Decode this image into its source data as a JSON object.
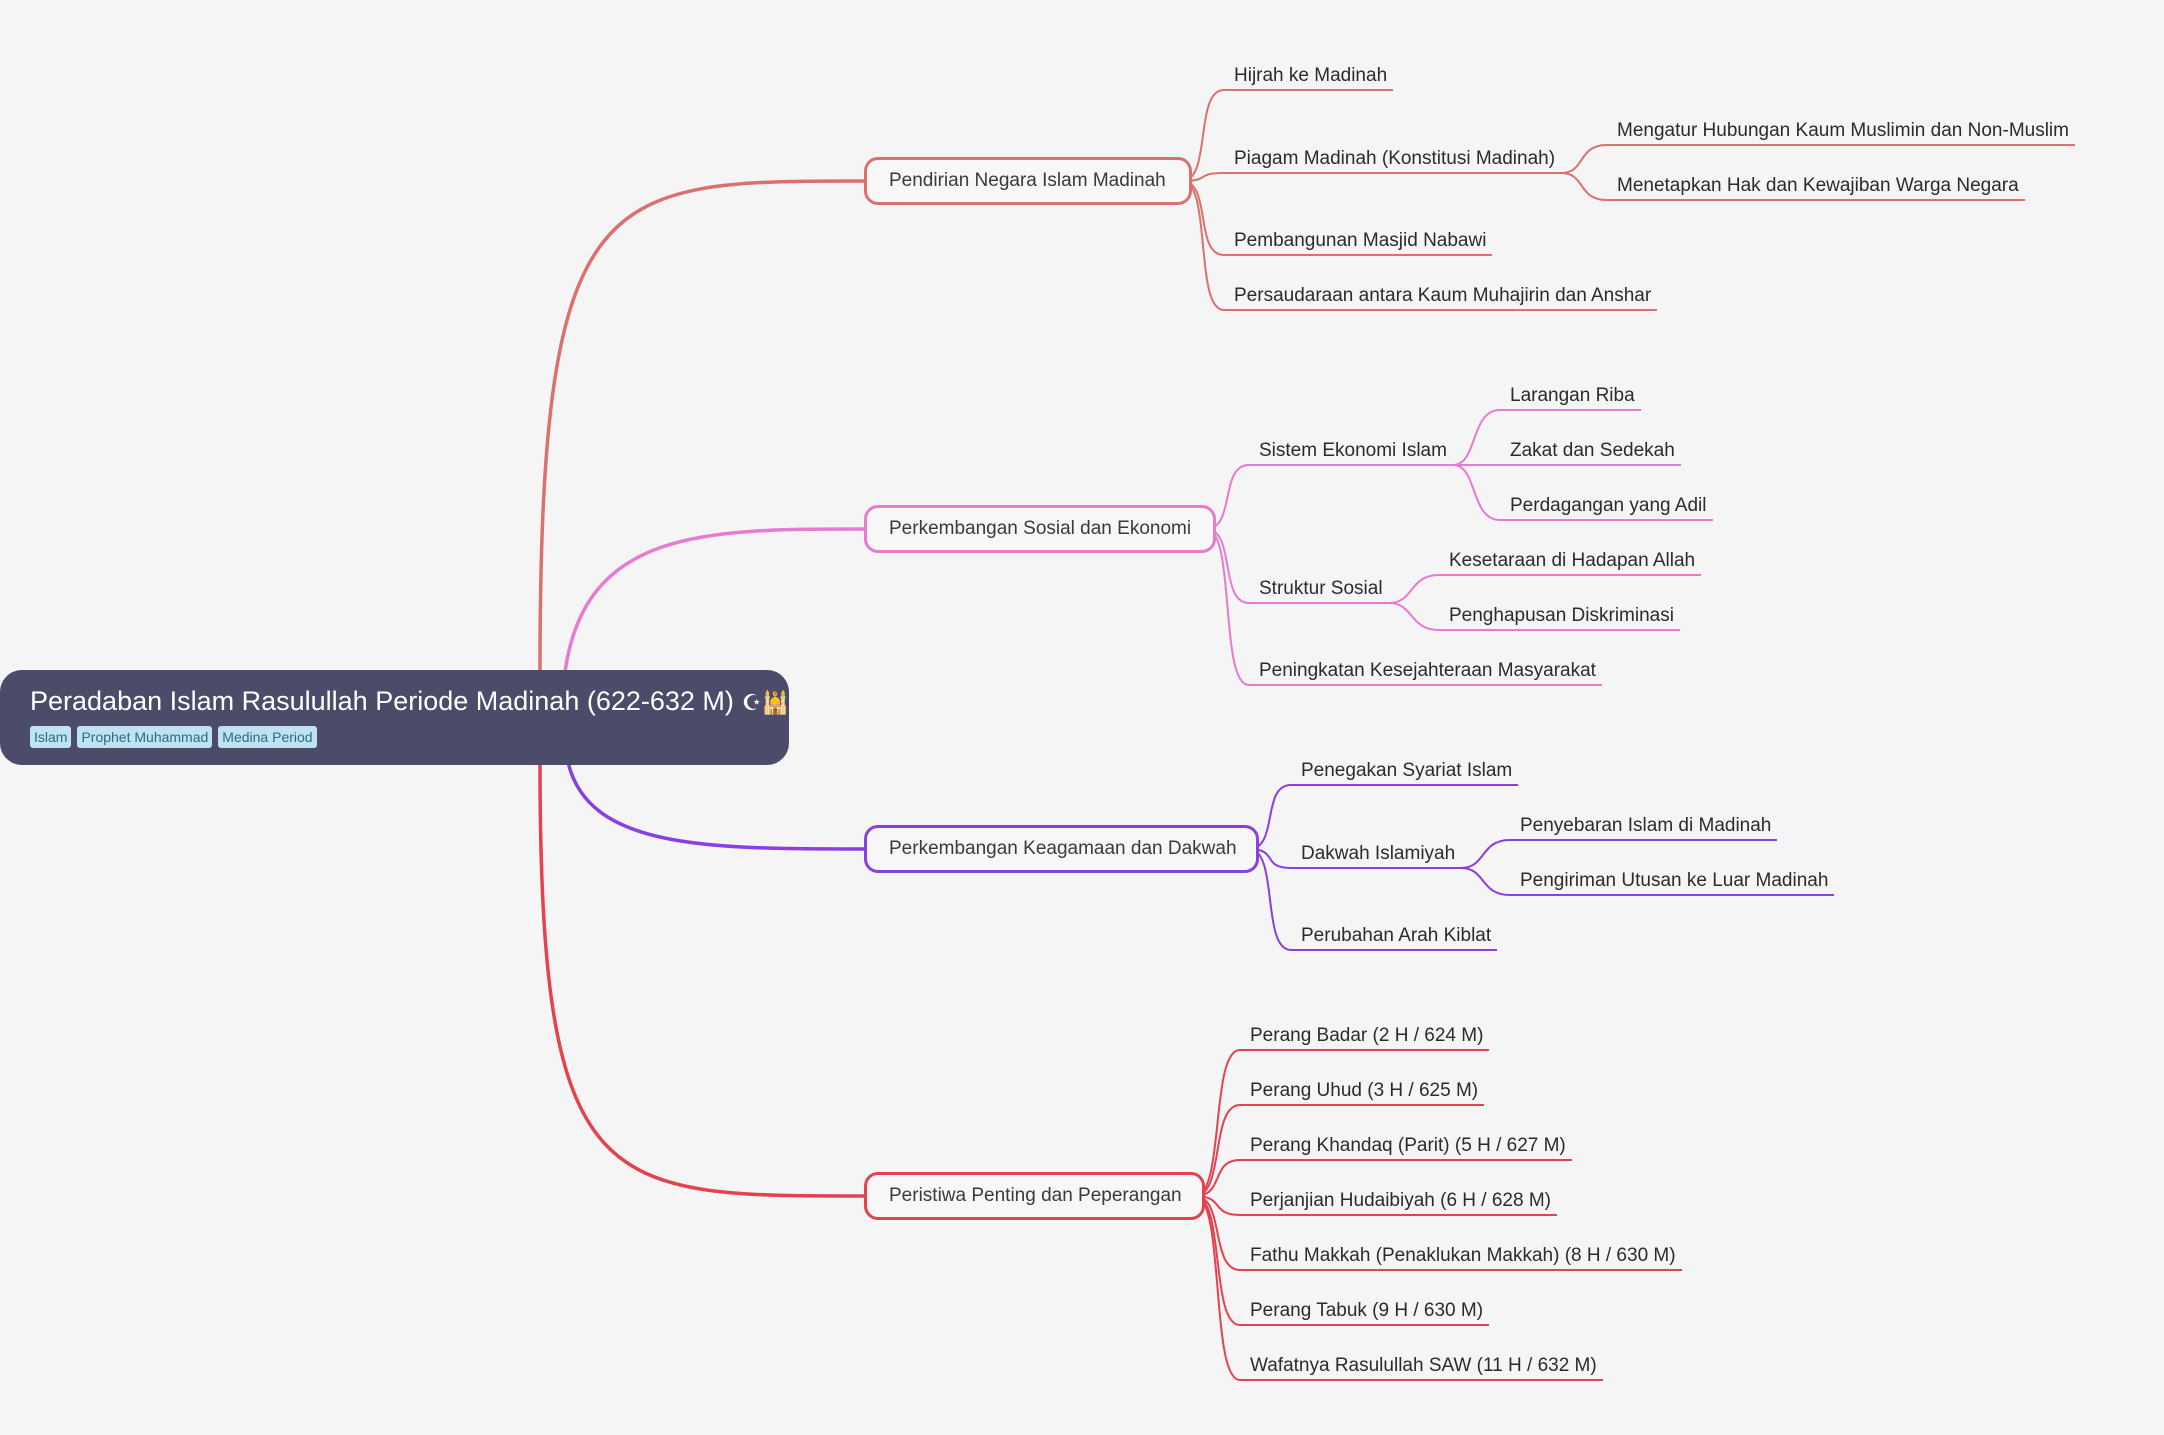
{
  "root": {
    "title": "Peradaban Islam Rasulullah Periode Madinah (622-632 M)",
    "icon": "☪🕌",
    "tags": [
      "Islam",
      "Prophet Muhammad",
      "Medina Period"
    ]
  },
  "branches": [
    {
      "label": "Pendirian Negara Islam Madinah",
      "color": "#d9716e",
      "children": [
        {
          "label": "Hijrah ke Madinah",
          "children": []
        },
        {
          "label": "Piagam Madinah (Konstitusi Madinah)",
          "children": [
            {
              "label": "Mengatur Hubungan Kaum Muslimin dan Non-Muslim"
            },
            {
              "label": "Menetapkan Hak dan Kewajiban Warga Negara"
            }
          ]
        },
        {
          "label": "Pembangunan Masjid Nabawi",
          "children": []
        },
        {
          "label": "Persaudaraan antara Kaum Muhajirin dan Anshar",
          "children": []
        }
      ]
    },
    {
      "label": "Perkembangan Sosial dan Ekonomi",
      "color": "#e77bd1",
      "children": [
        {
          "label": "Sistem Ekonomi Islam",
          "children": [
            {
              "label": "Larangan Riba"
            },
            {
              "label": "Zakat dan Sedekah"
            },
            {
              "label": "Perdagangan yang Adil"
            }
          ]
        },
        {
          "label": "Struktur Sosial",
          "children": [
            {
              "label": "Kesetaraan di Hadapan Allah"
            },
            {
              "label": "Penghapusan Diskriminasi"
            }
          ]
        },
        {
          "label": "Peningkatan Kesejahteraan Masyarakat",
          "children": []
        }
      ]
    },
    {
      "label": "Perkembangan Keagamaan dan Dakwah",
      "color": "#8a3fe0",
      "children": [
        {
          "label": "Penegakan Syariat Islam",
          "children": []
        },
        {
          "label": "Dakwah Islamiyah",
          "children": [
            {
              "label": "Penyebaran Islam di Madinah"
            },
            {
              "label": "Pengiriman Utusan ke Luar Madinah"
            }
          ]
        },
        {
          "label": "Perubahan Arah Kiblat",
          "children": []
        }
      ]
    },
    {
      "label": "Peristiwa Penting dan Peperangan",
      "color": "#e2434f",
      "children": [
        {
          "label": "Perang Badar (2 H / 624 M)",
          "children": []
        },
        {
          "label": "Perang Uhud (3 H / 625 M)",
          "children": []
        },
        {
          "label": "Perang Khandaq (Parit) (5 H / 627 M)",
          "children": []
        },
        {
          "label": "Perjanjian Hudaibiyah (6 H / 628 M)",
          "children": []
        },
        {
          "label": "Fathu Makkah (Penaklukan Makkah) (8 H / 630 M)",
          "children": []
        },
        {
          "label": "Perang Tabuk (9 H / 630 M)",
          "children": []
        },
        {
          "label": "Wafatnya Rasulullah SAW (11 H / 632 M)",
          "children": []
        }
      ]
    }
  ]
}
